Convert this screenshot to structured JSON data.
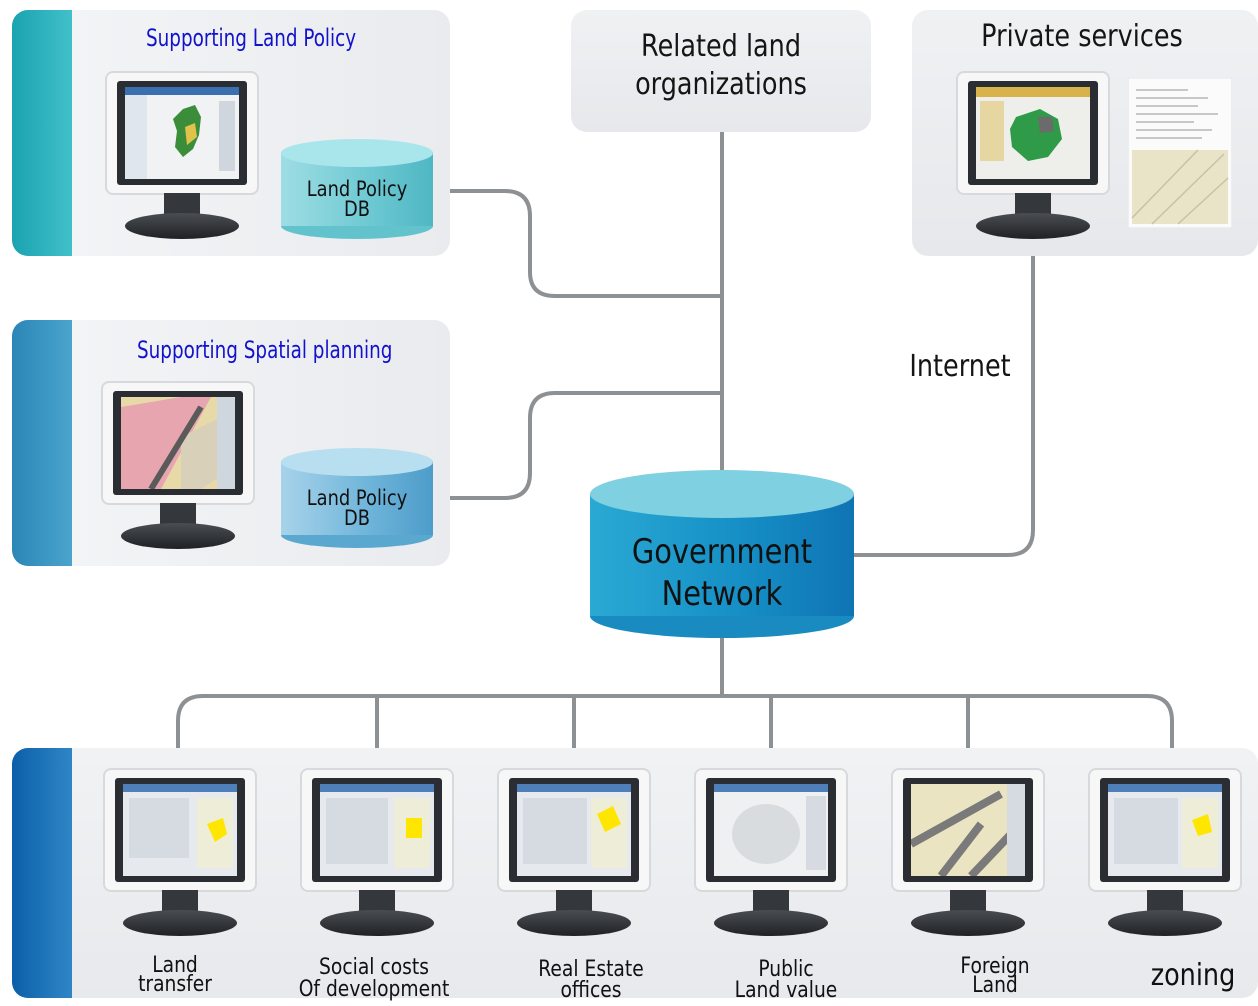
{
  "panels": {
    "land_policy": {
      "title": "Supporting Land Policy",
      "db_line1": "Land Policy",
      "db_line2": "DB"
    },
    "spatial_planning": {
      "title": "Supporting Spatial planning",
      "db_line1": "Land Policy",
      "db_line2": "DB"
    },
    "related_land": {
      "title_line1": "Related land",
      "title_line2": "organizations"
    },
    "private_services": {
      "title": "Private services"
    }
  },
  "network": {
    "line1": "Government",
    "line2": "Network"
  },
  "internet_label": "Internet",
  "services": [
    {
      "line1": "Land",
      "line2": "transfer"
    },
    {
      "line1": "Social costs",
      "line2": "Of development"
    },
    {
      "line1": "Real Estate",
      "line2": "offices"
    },
    {
      "line1": "Public",
      "line2": "Land value"
    },
    {
      "line1": "Foreign",
      "line2": "Land"
    },
    {
      "line1": "zoning",
      "line2": ""
    }
  ],
  "colors": {
    "accent_bar_top": "#1aa3b0",
    "accent_bar_mid": "#2b86b8",
    "accent_bar_bottom": "#0b5fa8",
    "title_blue": "#1212cc",
    "db_cylinder": "#7cd3dc",
    "network_cylinder": "#1b96c8",
    "line_gray": "#8e9194"
  }
}
